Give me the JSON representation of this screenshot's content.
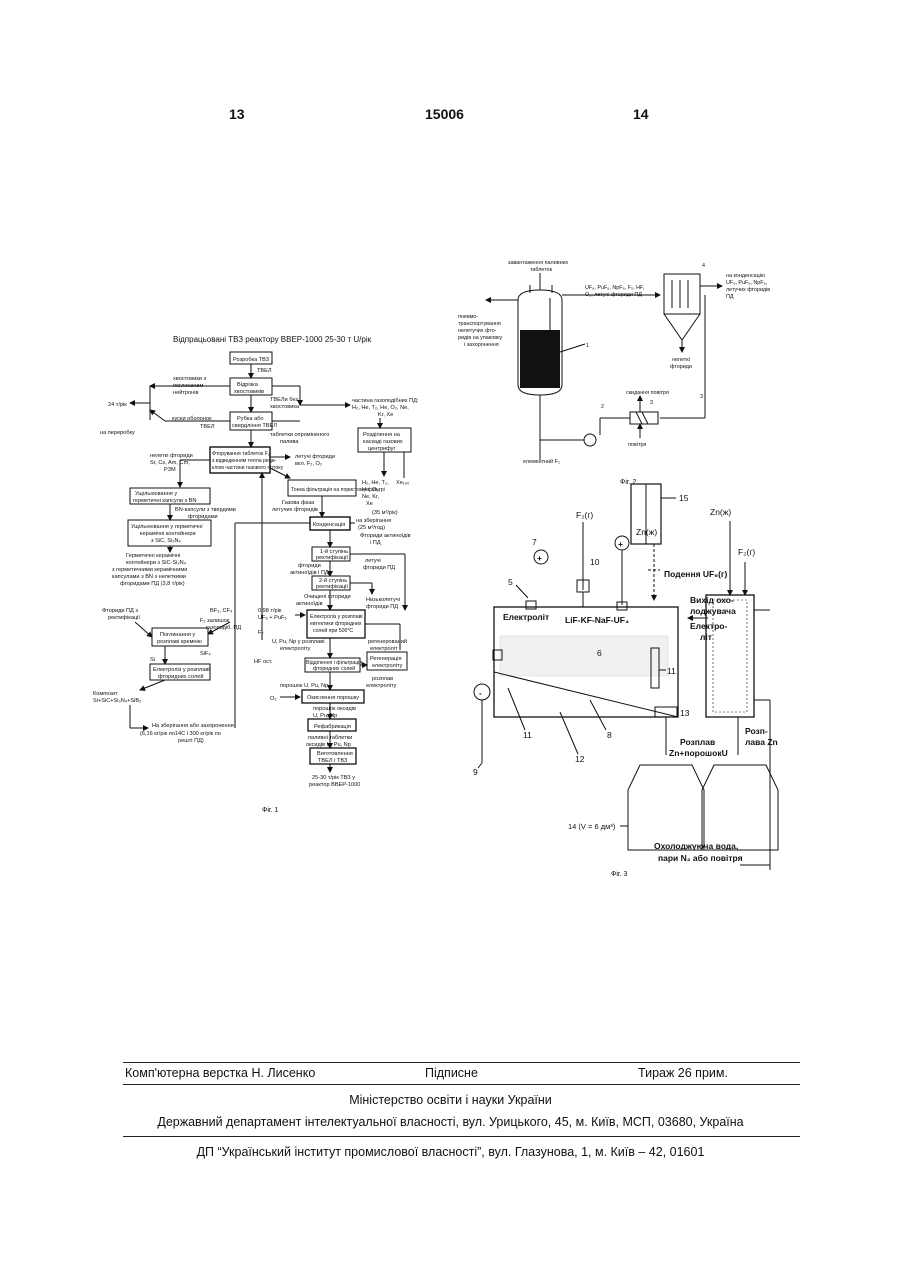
{
  "header": {
    "page_left": "13",
    "patent_number": "15006",
    "page_right": "14"
  },
  "fig1": {
    "title": "Відпрацьовані ТВЗ реактору ВВЕР-1000 25-30 т U/рік",
    "n_razbir": "Розробка ТВЗ",
    "l_tvel": "ТВЕЛ",
    "n_vidrizka": [
      "Відрізка",
      "хвостовиків"
    ],
    "l_khvost": [
      "хвостовики з",
      "поглиначем",
      "нейтронів"
    ],
    "l_24t": "24 т/рік",
    "l_pererobku": "на переробку",
    "l_tveli_bez": [
      "ТВЕЛи без",
      "хвостовика"
    ],
    "l_chastyna": [
      "частина газоподібних ПД:",
      "H₂, He, T₂, He, O₂, Ne,",
      "Kr, Xe"
    ],
    "n_rubka": [
      "Рубка або",
      "свердління ТВЕЛ"
    ],
    "l_kuski": [
      "куски оболонок",
      "ТВЕЛ"
    ],
    "l_tabletky": [
      "таблетки опроміненого",
      "палива"
    ],
    "n_rozdilennya": [
      "Розділення на",
      "каскаді газових",
      "центрифуг"
    ],
    "l_nelet": [
      "нелеткі фториди",
      "Sr, Cs, Am, Cm,",
      "РЗМ"
    ],
    "n_ftoruvannya": [
      "Фторування таблеток F₂",
      "з відведенням тепла реци-",
      "клом частини газового потоку"
    ],
    "l_letuchi_ftor": [
      "летучі фториди",
      "вкл. F₂, O₂"
    ],
    "l_h2he": [
      "H₂, He, T₂,",
      "He, O₂,",
      "Ne, Kr,",
      "Xe"
    ],
    "l_xe_sum": "Xe₁₀₀",
    "n_ushchil_bn": [
      "Ущільнювання у",
      "герметичні капсули з BN"
    ],
    "n_tonka": "Тонка фільтрація на пористому фільтрі",
    "l_bn_kaps": [
      "BN-капсули з твердими",
      "фторидами"
    ],
    "l_gaz_faza": [
      "Газова фаза",
      "летучих фторидів"
    ],
    "l_zberig": [
      "на зберігання",
      "(25 м³/год)"
    ],
    "l_35": "(35 м³/рік)",
    "n_ushchil_ker": [
      "Ущільнювання у герметичні",
      "керамічні контейнери",
      "з SiC, Si₃N₄"
    ],
    "n_kondens": "Конденсація",
    "l_ftor_akt": [
      "Фториди актиноїдів",
      "і ПД"
    ],
    "n_rect1": [
      "1-й ступінь",
      "ректифікації"
    ],
    "l_ftor_akt2": [
      "фториди",
      "актиноїдів і ПД"
    ],
    "l_let_ftor_pd": [
      "летучі",
      "фториди ПД"
    ],
    "n_rect2": [
      "2-й ступінь",
      "ректифікації"
    ],
    "l_nyzko": [
      "Низьколетучі",
      "фториди ПД"
    ],
    "l_germ": [
      "Герметичні керамічні",
      "контейнери з SiC-Si₃N₄",
      "з герметичними керамічними",
      "капсулами з BN з нелеткими",
      "фторидами ПД (3,8 т/рік)"
    ],
    "l_ochysch": [
      "Очищені фториди",
      "актиноїдів"
    ],
    "l_098": [
      "0,98 т/рік",
      "UF₆ + PuF₆"
    ],
    "l_ftor_rect": [
      "Фториди ПД з",
      "ректифікації"
    ],
    "l_bf3": [
      "BF₃, CF₄",
      "F₂ залишок",
      "газоподіб. ПД"
    ],
    "n_elektroliz": [
      "Електроліз у розплаві",
      "евтектики фторидних",
      "солей при 500°С"
    ],
    "l_upu": [
      "U, Pu, Np  у розплаві",
      "електроліту"
    ],
    "l_regen": [
      "регенерований",
      "електроліт"
    ],
    "n_poglyn": [
      "Поглинання у",
      "розплаві кремнію"
    ],
    "l_sif4": "SiF₄",
    "l_si": "Si",
    "l_f2": "F₂",
    "l_hf": "HF ост.",
    "n_viddil": [
      "Відділення і фільтрація",
      "фторидних солей"
    ],
    "n_regen": [
      "Регенерація",
      "електроліту"
    ],
    "l_rozplav": [
      "розплав",
      "електроліту"
    ],
    "n_elektroliz2": [
      "Електроліз у розплаві",
      "фторидних солей"
    ],
    "l_poroshok": "порошок U, Pu, Np",
    "l_o2": "O₂",
    "n_okysl": "Окислення порошку",
    "l_kompozit": [
      "Композит",
      "Si+SiC+Si₃N₄+SiB₂"
    ],
    "l_porosh_oks": [
      "порошок оксидів",
      "U, Pu, Np"
    ],
    "l_zakhor": [
      "На зберігання або захоронення",
      "(6,16 кг/рік по14С і 300 кг/рік по",
      "решті ПД)"
    ],
    "n_refab": "Рефабрикація",
    "l_palyvni": [
      "паливні таблетки",
      "оксидів U, Pu, Np"
    ],
    "n_vygot": [
      "Виготовлення",
      "ТВЕЛ і ТВЗ"
    ],
    "l_25_30": [
      "25-30 т/рік ТВЗ у",
      "реактор ВВЕР-1000"
    ],
    "caption": "Фіг. 1"
  },
  "fig2": {
    "l_zavant": [
      "завантаження паливних",
      "таблеток"
    ],
    "l_uf": [
      "UF₆, PuF₆, NpF₆, F₂, HF,",
      "O₂, летучі фториди ПД"
    ],
    "l_kond": [
      "на конденсацію",
      "UF₆, PuF₆, NpF₆,",
      "летучих фторидів",
      "ПД"
    ],
    "l_pnevmo": [
      "пневмо-",
      "транспортування",
      "нелетучих фто-",
      "ридів на упаковку",
      "і захоронення"
    ],
    "l_nelet": [
      "нелеткі",
      "фториди"
    ],
    "l_skyd": "скидання повітря",
    "l_povitrya": "повітря",
    "l_f2": "елементний F₂",
    "n1": "1",
    "n2": "2",
    "n3": "3",
    "n4": "4",
    "caption": "Фіг. 2"
  },
  "fig3": {
    "l_f2_left": "F₂(г)",
    "l_f2_right": "F₂(г)",
    "l_zn_g": "Zn(ж)",
    "l_zn_g2": "Zn(ж)",
    "l_podannya": "Подення UF₆(г)",
    "l_vykhid": [
      "Вихід охо-",
      "лоджувача"
    ],
    "l_elektro": [
      "Електро-",
      "літ"
    ],
    "l_elektrolit": "Електроліт",
    "l_lif": "LiF-KF-NaF-UF₄",
    "l_rozplav_zn": [
      "Розп-",
      "лава Zn"
    ],
    "l_rozplav_znu": [
      "Розплав",
      "Zn+порошокU"
    ],
    "l_14": "14 (V = 6 дм³)",
    "l_okholod": [
      "Охолоджуюча вода,",
      "пари N₂ або повітря"
    ],
    "plus1": "+",
    "plus2": "+",
    "minus": "-",
    "n5": "5",
    "n6": "6",
    "n7": "7",
    "n8": "8",
    "n9": "9",
    "n10": "10",
    "n11a": "11",
    "n11b": "11",
    "n12": "12",
    "n13": "13",
    "n15": "15",
    "caption": "Фіг. 3"
  },
  "footer": {
    "verstka": "Комп'ютерна верстка Н. Лисенко",
    "pidpysne": "Підписне",
    "tyrazh": "Тираж 26 прим.",
    "ministry": "Міністерство освіти і науки України",
    "department": "Державний департамент інтелектуальної власності, вул. Урицького, 45, м. Київ, МСП, 03680, Україна",
    "institute": "ДП “Український інститут промислової власності”, вул. Глазунова, 1, м. Київ – 42, 01601"
  }
}
